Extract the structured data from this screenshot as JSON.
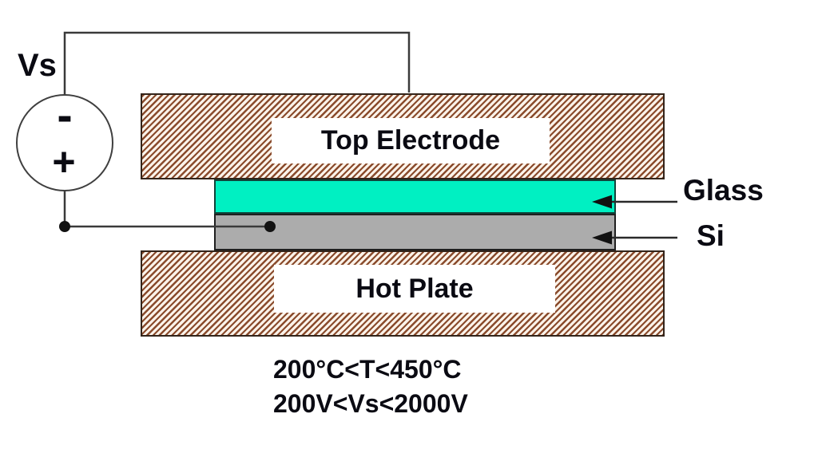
{
  "voltage_source": {
    "label": "Vs",
    "negative_terminal": "-",
    "positive_terminal": "+"
  },
  "plates": {
    "top_electrode_label": "Top Electrode",
    "hot_plate_label": "Hot Plate"
  },
  "layers": {
    "glass_label": "Glass",
    "si_label": "Si"
  },
  "conditions": {
    "temperature_range": "200°C<T<450°C",
    "voltage_range": "200V<Vs<2000V"
  },
  "colors": {
    "glass_fill": "#00F0C2",
    "si_fill": "#ACACAC",
    "hatch_line": "#8A4B2C",
    "hatch_background": "#FBF3EA",
    "wire": "#3A3A3A",
    "text": "#0A0A12"
  }
}
